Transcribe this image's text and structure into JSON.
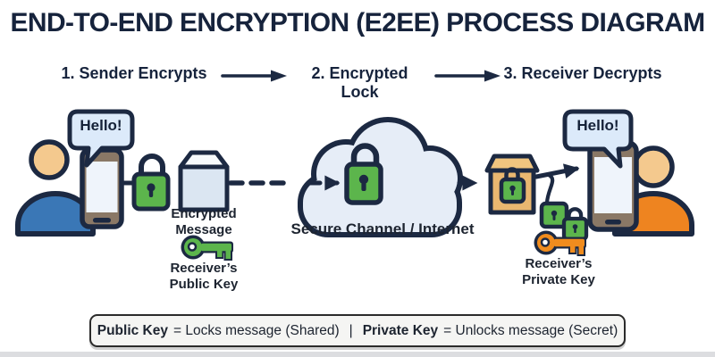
{
  "title": "END-TO-END ENCRYPTION (E2EE) PROCESS DIAGRAM",
  "steps": [
    {
      "label": "1. Sender Encrypts"
    },
    {
      "label": "2. Encrypted Lock"
    },
    {
      "label": "3. Receiver Decrypts"
    }
  ],
  "diagram": {
    "sender_message": "Hello!",
    "receiver_message": "Hello!",
    "encrypted_message_label": "Encrypted Message",
    "public_key_label": "Receiver’s Public Key",
    "channel_label": "Secure Channel / Internet",
    "private_key_label": "Receiver’s Private Key",
    "icons": {
      "sender-person-icon": "person silhouette (blue)",
      "sender-phone-icon": "smartphone",
      "speech-bubble-icon": "speech bubble",
      "encrypt-padlock-icon": "closed green padlock",
      "envelope-icon": "sealed envelope",
      "public-key-icon": "green key",
      "cloud-icon": "internet cloud",
      "channel-padlock-icon": "closed green padlock",
      "package-icon": "locked parcel box",
      "package-padlock-icon": "small green padlock",
      "unlocked-padlock-icon": "open green padlock",
      "small-padlock-icon": "small green padlock",
      "private-key-icon": "orange key",
      "receiver-phone-icon": "smartphone",
      "receiver-person-icon": "person silhouette (orange)"
    }
  },
  "legend": {
    "public_key_term": "Public Key",
    "public_key_def": "= Locks message (Shared)",
    "separator": "|",
    "private_key_term": "Private Key",
    "private_key_def": "= Unlocks message (Secret)"
  },
  "colors": {
    "navy": "#1c2942",
    "text": "#16233c",
    "green": "#5cb54c",
    "blue": "#3a77b6",
    "orange": "#ee8420",
    "orange_key": "#f08c1e",
    "skin": "#f4c98e",
    "bubble": "#dceafa",
    "cloud": "#e6edf7",
    "envelope": "#dbe6f2",
    "envelope_lid": "#f7fafc",
    "box": "#e9b770",
    "box_lid": "#f0c57f",
    "phone": "#8a7866",
    "screen": "#eff4fb",
    "legend_bg": "#f5f5f3",
    "legend_border": "#2b2b2b"
  }
}
